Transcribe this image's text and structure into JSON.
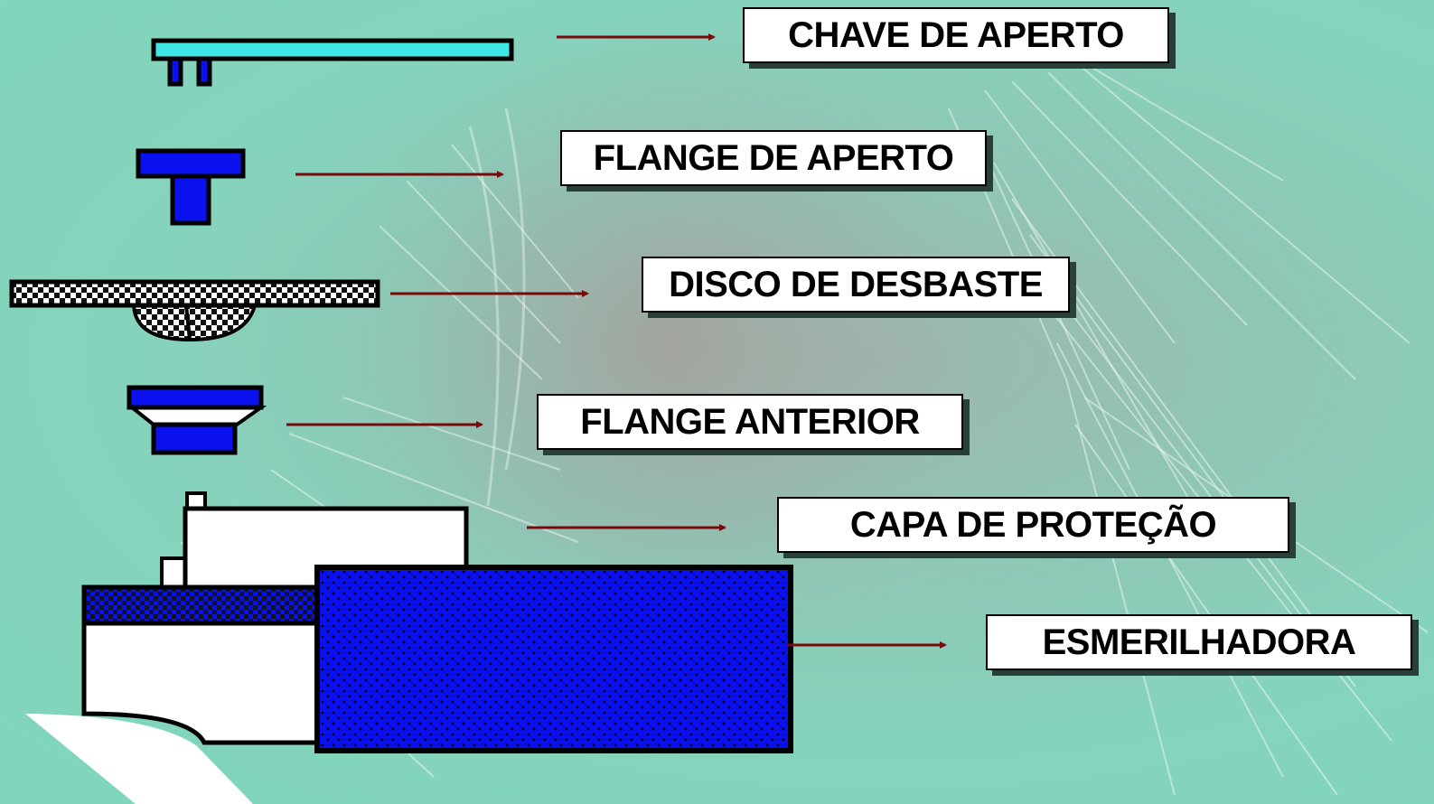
{
  "colors": {
    "background": "#86d3bd",
    "part_blue": "#0a10ee",
    "wrench_cyan": "#3fe6e6",
    "arrow": "#7a0a0a",
    "label_bg": "#ffffff",
    "outline": "#000000"
  },
  "labels": {
    "chave_de_aperto": "CHAVE DE APERTO",
    "flange_de_aperto": "FLANGE DE APERTO",
    "disco_de_desbaste": "DISCO DE DESBASTE",
    "flange_anterior": "FLANGE ANTERIOR",
    "capa_de_protecao": "CAPA DE PROTEÇÃO",
    "esmerilhadora": "ESMERILHADORA"
  },
  "icons": [
    "wrench",
    "clamp-flange",
    "grinding-disc",
    "front-flange",
    "guard",
    "grinder-body"
  ]
}
